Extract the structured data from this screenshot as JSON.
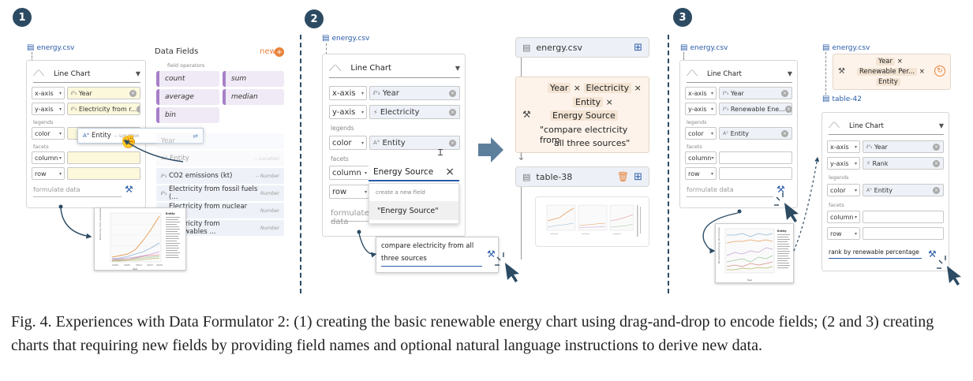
{
  "badges": [
    "1",
    "2",
    "3"
  ],
  "datasource": "energy.csv",
  "chart_type": "Line Chart",
  "labels": {
    "x_axis": "x-axis",
    "y_axis": "y-axis",
    "legends": "legends",
    "color": "color",
    "facets": "facets",
    "column": "column",
    "row": "row",
    "formulate": "formulate data"
  },
  "panel1": {
    "x_field": "Year",
    "y_field": "Electricity from r...",
    "drag_chip": "Entity",
    "drag_chip_tag": "-- Location",
    "data_fields": {
      "title": "Data Fields",
      "new_label": "new",
      "operators_label": "field operators",
      "operators": [
        "count",
        "sum",
        "average",
        "median",
        "bin"
      ],
      "ghost_year": "Year",
      "ghost_entity": "Entity",
      "ghost_entity_tag": "-- Location",
      "fields": [
        {
          "name": "CO2 emissions (kt)",
          "tag": "-- Number"
        },
        {
          "name": "Electricity from fossil fuels (...",
          "tag": "Number"
        },
        {
          "name": "Electricity from nuclear (T...",
          "tag": "Number"
        },
        {
          "name": "Electricity from renewables ...",
          "tag": "Number"
        }
      ]
    }
  },
  "panel2": {
    "x_field": "Year",
    "y_field": "Electricity",
    "color_field": "Entity",
    "column_input": "Energy Source",
    "dropdown_header": "create a new field",
    "dropdown_option": "\"Energy Source\"",
    "nl_text_line1": "compare electricity from all",
    "nl_text_line2": "three sources"
  },
  "flow2": {
    "datasource": "energy.csv",
    "chips": [
      "Year",
      "Electricity",
      "Entity",
      "Energy Source"
    ],
    "instruction_line1": "\"compare electricity from",
    "instruction_line2": "all three sources\"",
    "table": "table-38"
  },
  "panel3": {
    "x_field": "Year",
    "y_field": "Renewable Ene...",
    "color_field": "Entity",
    "history_chips": [
      "Year",
      "Renewable Per...",
      "Entity"
    ],
    "table": "table-42",
    "chart2_x": "Year",
    "chart2_y": "Rank",
    "chart2_color": "Entity",
    "nl_text": "rank by renewable percentage"
  },
  "thumbnails": {
    "thumb1_legend_title": "Entity",
    "thumb1_years": [
      "2000",
      "2005",
      "2010",
      "2015",
      "2020"
    ],
    "thumb1_xlabel": "Year",
    "thumb3_legend_title": "Entity",
    "thumb3_xlabel": "Year"
  },
  "caption": "Fig. 4.  Experiences with Data Formulator 2: (1) creating the basic renewable energy chart using drag-and-drop to encode fields; (2 and 3) creating charts that requiring new fields by providing field names and optional natural language instructions to derive new data.",
  "colors": {
    "navy": "#2c4b63",
    "accent_orange": "#e8823a",
    "link_blue": "#2a5ca8"
  }
}
